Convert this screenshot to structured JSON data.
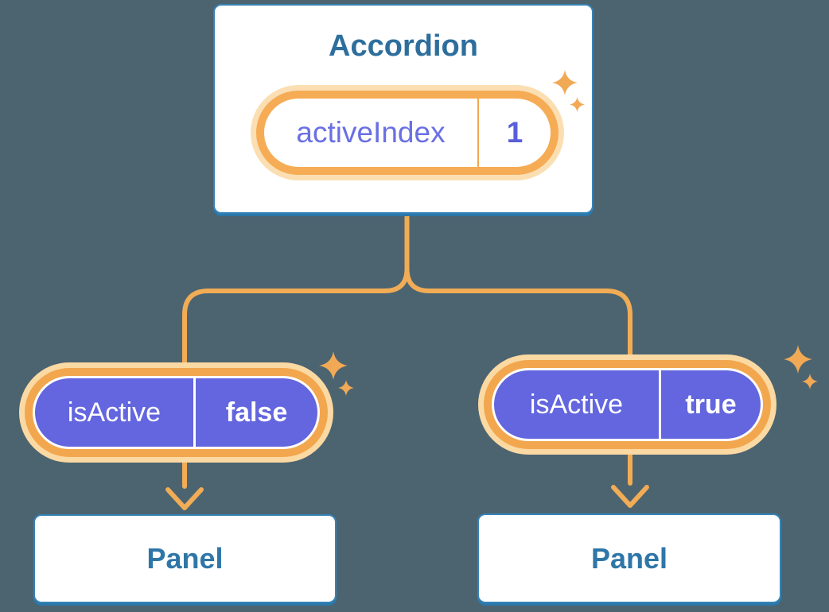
{
  "diagram": {
    "type": "component-tree",
    "description": "Parent component holding state passed down to two children"
  },
  "accordion": {
    "title": "Accordion",
    "state": {
      "label": "activeIndex",
      "value": "1"
    }
  },
  "children": [
    {
      "prop": {
        "label": "isActive",
        "value": "false"
      },
      "panel_label": "Panel"
    },
    {
      "prop": {
        "label": "isActive",
        "value": "true"
      },
      "panel_label": "Panel"
    }
  ],
  "icons": {
    "sparkle": "sparkle-icon"
  },
  "colors": {
    "background": "#4C6470",
    "card_fill": "#FFFFFF",
    "card_border_blue": "#3583B6",
    "title_blue": "#2D6E9D",
    "panel_text_blue": "#2E76A8",
    "state_text_purple": "#6A6FE4",
    "state_value_purple": "#5A5FD9",
    "prop_pill_purple": "#6366DE",
    "prop_text_white": "#FFFFFF",
    "connector_orange": "#F1AC55",
    "ring_orange": "#F2A74E",
    "ring_glow_orange": "#FBD9A3",
    "sparkle_orange": "#F2A955"
  }
}
